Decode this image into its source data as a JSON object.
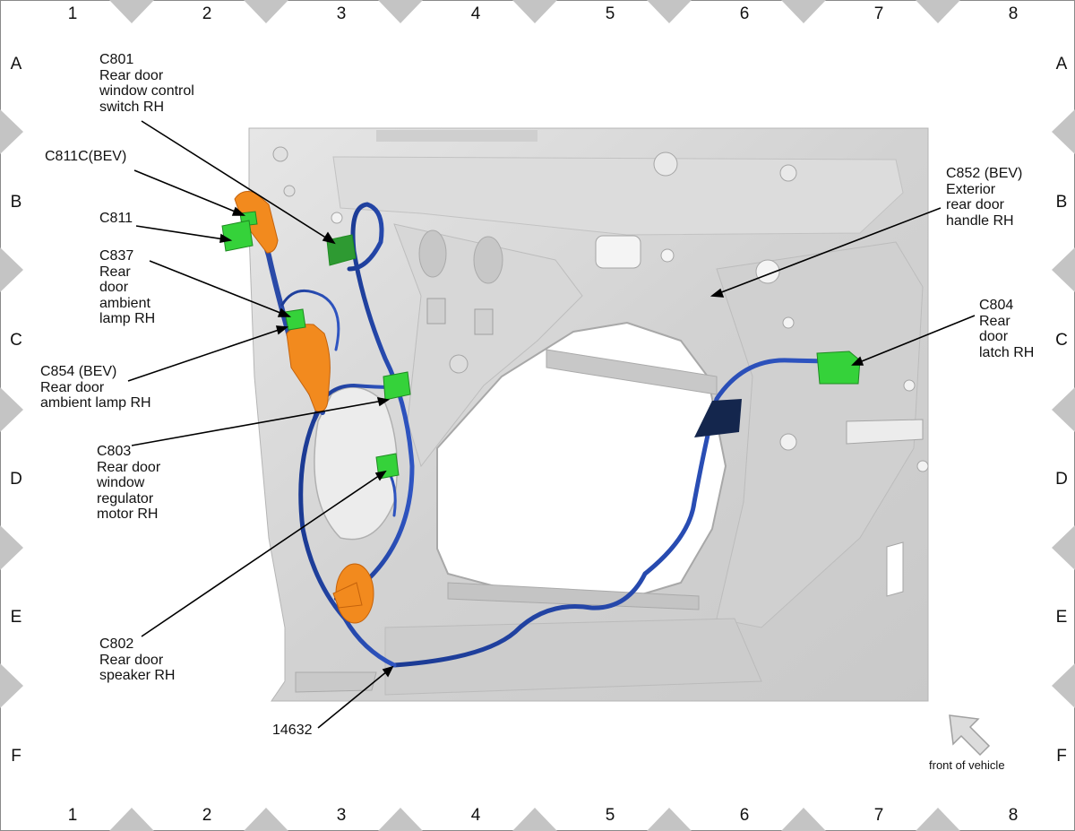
{
  "grid": {
    "columns": [
      "1",
      "2",
      "3",
      "4",
      "5",
      "6",
      "7",
      "8"
    ],
    "rows": [
      "A",
      "B",
      "C",
      "D",
      "E",
      "F"
    ]
  },
  "callouts": {
    "c801": "C801\nRear door\nwindow control\nswitch RH",
    "c811c": "C811C(BEV)",
    "c811": "C811",
    "c837": "C837\nRear\ndoor\nambient\nlamp RH",
    "c854": "C854 (BEV)\nRear door\nambient lamp RH",
    "c803": "C803\nRear door\nwindow\nregulator\nmotor RH",
    "c802": "C802\nRear door\nspeaker RH",
    "harness": "14632",
    "c852": "C852 (BEV)\nExterior\nrear door\nhandle RH",
    "c804": "C804\nRear\ndoor\nlatch RH"
  },
  "orientation": {
    "caption": "front of vehicle",
    "icon": "arrow-up-left-icon"
  },
  "colors": {
    "connector": "#35d23a",
    "component": "#f28a1e",
    "harness": "#1f3f9c",
    "door_panel": "#d4d4d4",
    "grid_marker": "#c4c4c4"
  }
}
